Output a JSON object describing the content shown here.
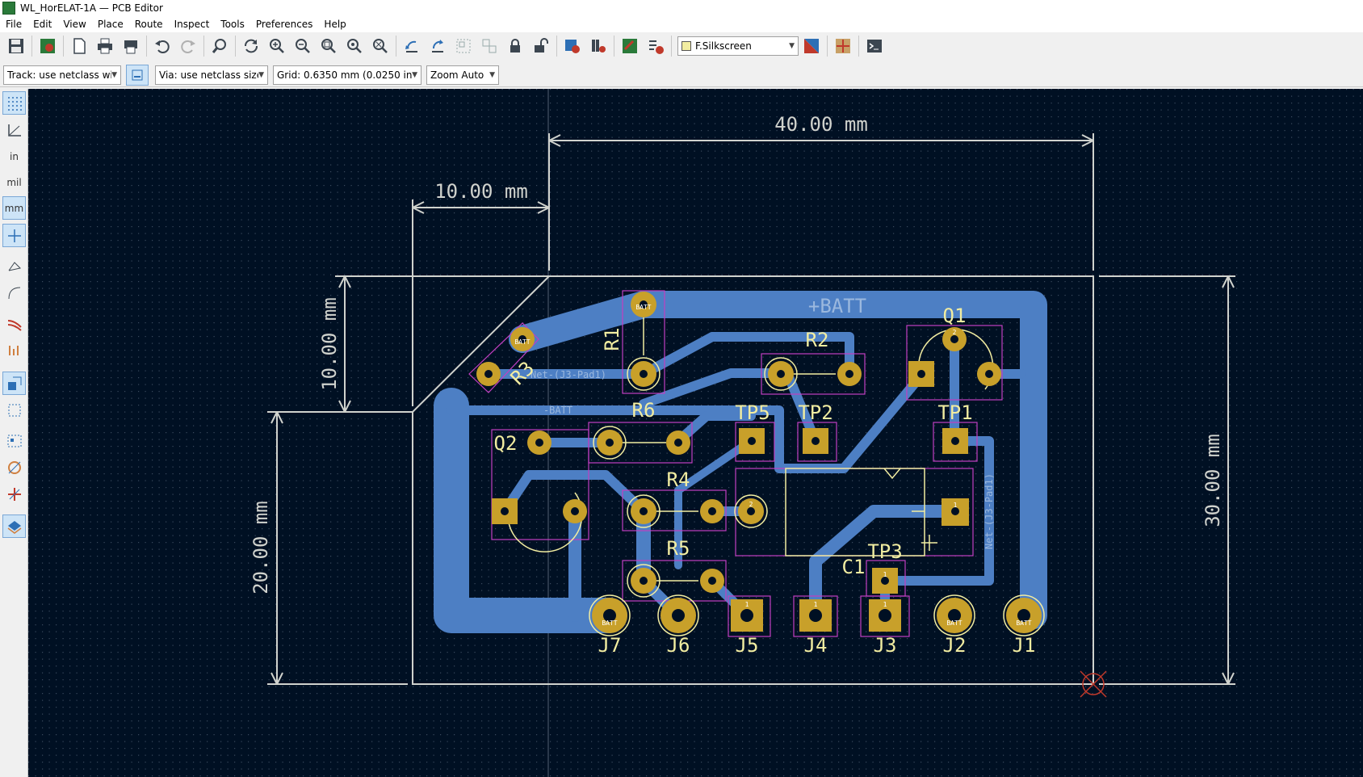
{
  "window": {
    "title": "WL_HorELAT-1A — PCB Editor"
  },
  "menu": {
    "items": [
      "File",
      "Edit",
      "View",
      "Place",
      "Route",
      "Inspect",
      "Tools",
      "Preferences",
      "Help"
    ]
  },
  "toolbar": {
    "layer_select": "F.Silkscreen"
  },
  "options_bar": {
    "track_width": "Track: use netclass width",
    "via_size": "Via: use netclass sizes",
    "grid": "Grid: 0.6350 mm (0.0250 in)",
    "zoom": "Zoom Auto"
  },
  "left_toolbar": {
    "units_inch_label": "in",
    "units_mil_label": "mil",
    "units_mm_label": "mm"
  },
  "pcb": {
    "dimensions": {
      "top_width": "40.00 mm",
      "corner_width": "10.00 mm",
      "corner_height": "10.00 mm",
      "left_height": "20.00 mm",
      "right_height": "30.00 mm"
    },
    "net_labels": {
      "plus_batt": "+BATT",
      "minus_batt": "-BATT",
      "net_j3_left": "Net-(J3-Pad1)",
      "net_j3_right": "Net-(J3-Pad1)"
    },
    "references": {
      "Q1": "Q1",
      "Q2": "Q2",
      "R1": "R1",
      "R2": "R2",
      "R3": "R3",
      "R4": "R4",
      "R5": "R5",
      "R6": "R6",
      "TP1": "TP1",
      "TP2": "TP2",
      "TP3": "TP3",
      "TP5": "TP5",
      "C1": "C1",
      "J1": "J1",
      "J2": "J2",
      "J3": "J3",
      "J4": "J4",
      "J5": "J5",
      "J6": "J6",
      "J7": "J7"
    },
    "pad_labels": {
      "batt": "BATT",
      "one": "1",
      "two": "2"
    },
    "colors": {
      "background": "#001023",
      "copper": "#4d7fc4",
      "pad": "#c8a02a",
      "silkscreen": "#f2eda1",
      "courtyard": "#c23fc2",
      "edge_cuts": "#d0d2cd"
    }
  }
}
